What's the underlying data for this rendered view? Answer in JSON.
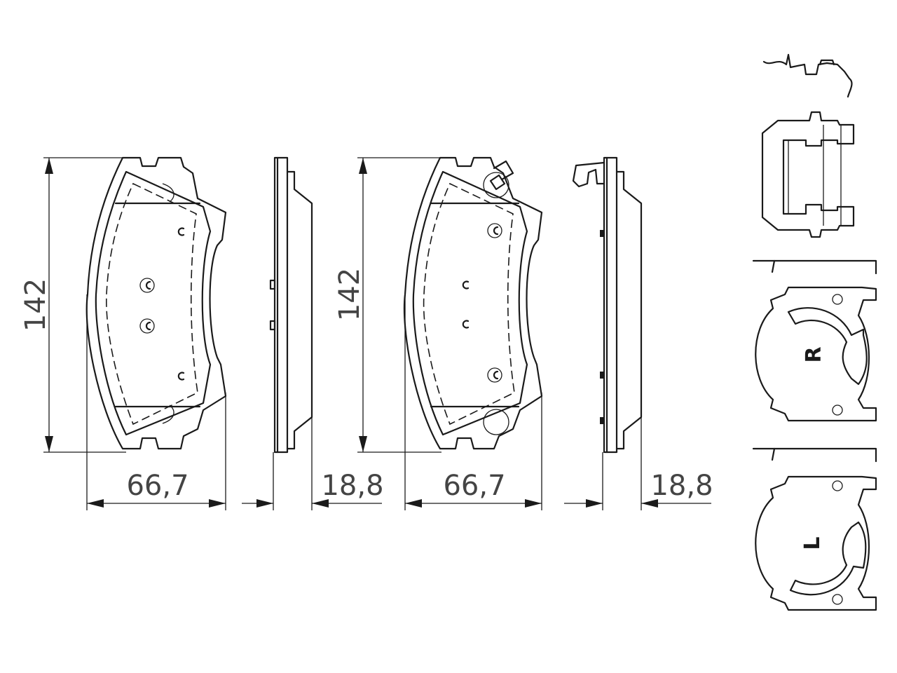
{
  "dimensions": {
    "pad1_height": "142",
    "pad1_width": "66,7",
    "pad1_thickness": "18,8",
    "pad2_height": "142",
    "pad2_width": "66,7",
    "pad2_thickness": "18,8"
  },
  "clip_labels": {
    "right": "R",
    "left": "L"
  },
  "colors": {
    "line": "#1a1a1a",
    "dimension_text": "#444444",
    "background": "#ffffff"
  }
}
